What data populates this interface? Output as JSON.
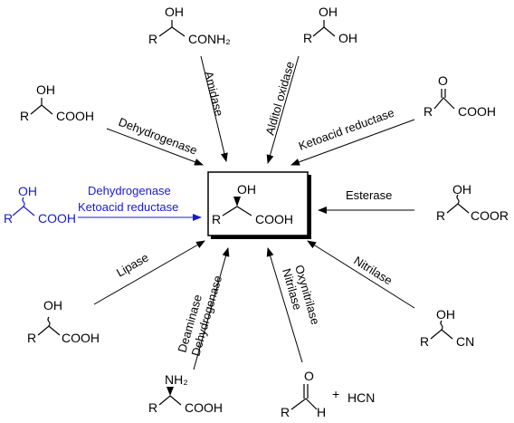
{
  "center": {
    "r": "R",
    "cooh": "COOH",
    "oh": "OH"
  },
  "molecules": {
    "amide": {
      "r": "R",
      "group": "CONH₂",
      "oh": "OH"
    },
    "diol": {
      "r": "R",
      "oh1": "OH",
      "oh2": "OH"
    },
    "ketoacid": {
      "r": "R",
      "o": "O",
      "cooh": "COOH"
    },
    "hydroxy_left": {
      "r": "R",
      "oh": "OH",
      "cooh": "COOH"
    },
    "blue_acid": {
      "r": "R",
      "oh": "OH",
      "cooh": "COOH"
    },
    "ester": {
      "r": "R",
      "oh": "OH",
      "group": "COOR"
    },
    "racemic_acid": {
      "r": "R",
      "oh": "OH",
      "cooh": "COOH"
    },
    "nitrile": {
      "r": "R",
      "oh": "OH",
      "cn": "CN"
    },
    "amino_acid": {
      "r": "R",
      "nh2": "NH₂",
      "cooh": "COOH"
    },
    "aldehyde": {
      "r": "R",
      "o": "O",
      "h": "H",
      "plus": "+",
      "hcn": "HCN"
    }
  },
  "enzymes": {
    "amidase": "Amidase",
    "alditol_oxidase": "Alditol oxidase",
    "ketoacid_reductase": "Ketoacid reductase",
    "dehydrogenase_top": "Dehydrogenase",
    "blue_line1": "Dehydrogenase",
    "blue_line2": "Ketoacid reductase",
    "esterase": "Esterase",
    "nitrilase": "Nitrilase",
    "lipase": "Lipase",
    "deaminase": "Deaminase",
    "dehydrogenase_bottom": "Dehydrogenase",
    "oxynitrilase": "Oxynitrilase",
    "nitrilase_bottom": "Nitrilase"
  },
  "colors": {
    "blue": "#1a1acc",
    "black": "#000000"
  }
}
